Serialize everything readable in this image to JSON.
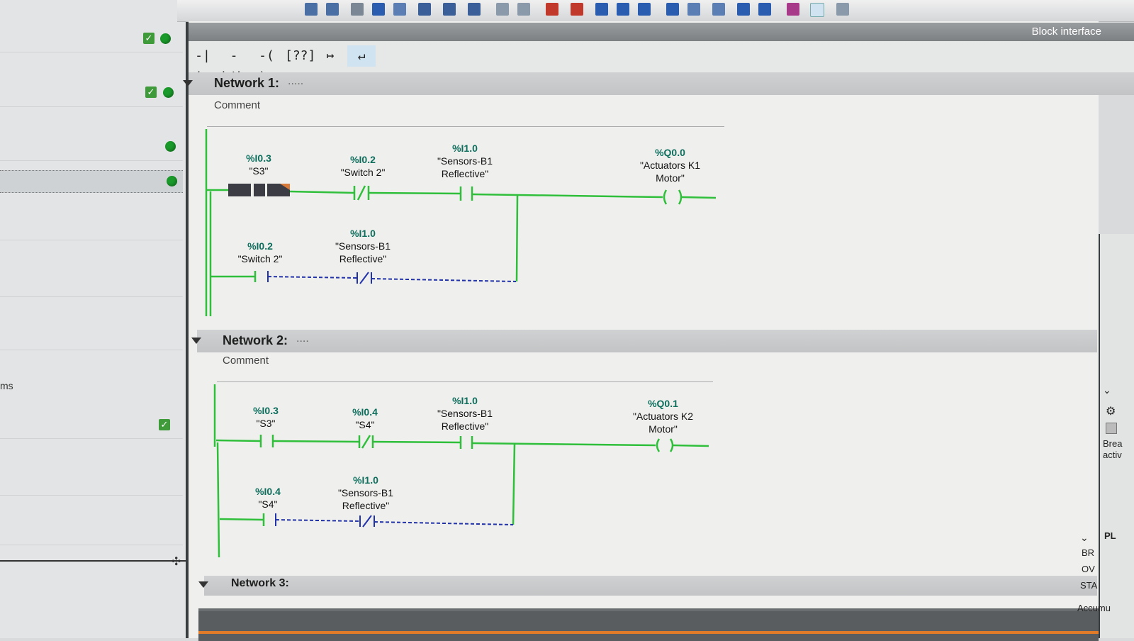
{
  "toolbar": {
    "block_interface": "Block interface",
    "ladder_buttons": [
      {
        "name": "normally-open-contact-button",
        "glyph": "-| |-"
      },
      {
        "name": "normally-closed-contact-button",
        "glyph": "-|/|-"
      },
      {
        "name": "coil-button",
        "glyph": "-( )-"
      },
      {
        "name": "empty-box-button",
        "glyph": "[??]"
      },
      {
        "name": "open-branch-button",
        "glyph": "↦"
      },
      {
        "name": "close-branch-button",
        "glyph": "↵"
      }
    ]
  },
  "left_pane": {
    "partial_label": "ms"
  },
  "networks": [
    {
      "title": "Network 1:",
      "dots": ".....",
      "comment": "Comment",
      "rung": {
        "c1": {
          "addr": "%I0.3",
          "name": "\"S3\""
        },
        "c2": {
          "addr": "%I0.2",
          "name": "\"Switch 2\""
        },
        "c3": {
          "addr": "%I1.0",
          "name1": "\"Sensors-B1",
          "name2": "Reflective\""
        },
        "coil": {
          "addr": "%Q0.0",
          "name1": "\"Actuators K1",
          "name2": "Motor\""
        },
        "b1": {
          "addr": "%I0.2",
          "name": "\"Switch 2\""
        },
        "b2": {
          "addr": "%I1.0",
          "name1": "\"Sensors-B1",
          "name2": "Reflective\""
        }
      }
    },
    {
      "title": "Network 2:",
      "dots": "....",
      "comment": "Comment",
      "rung": {
        "c1": {
          "addr": "%I0.3",
          "name": "\"S3\""
        },
        "c2": {
          "addr": "%I0.4",
          "name": "\"S4\""
        },
        "c3": {
          "addr": "%I1.0",
          "name1": "\"Sensors-B1",
          "name2": "Reflective\""
        },
        "coil": {
          "addr": "%Q0.1",
          "name1": "\"Actuators K2",
          "name2": "Motor\""
        },
        "b1": {
          "addr": "%I0.4",
          "name": "\"S4\""
        },
        "b2": {
          "addr": "%I1.0",
          "name1": "\"Sensors-B1",
          "name2": "Reflective\""
        }
      }
    },
    {
      "title": "Network 3:"
    }
  ],
  "right_pane": {
    "brea": "Brea",
    "activ": "activ",
    "pl": "PL",
    "status_bits": [
      "BR",
      "OV",
      "STA"
    ],
    "accum": "Accumu"
  },
  "colors": {
    "energized": "#2fbf3a",
    "deenergized": "#2233aa",
    "address": "#0d6e5c"
  }
}
